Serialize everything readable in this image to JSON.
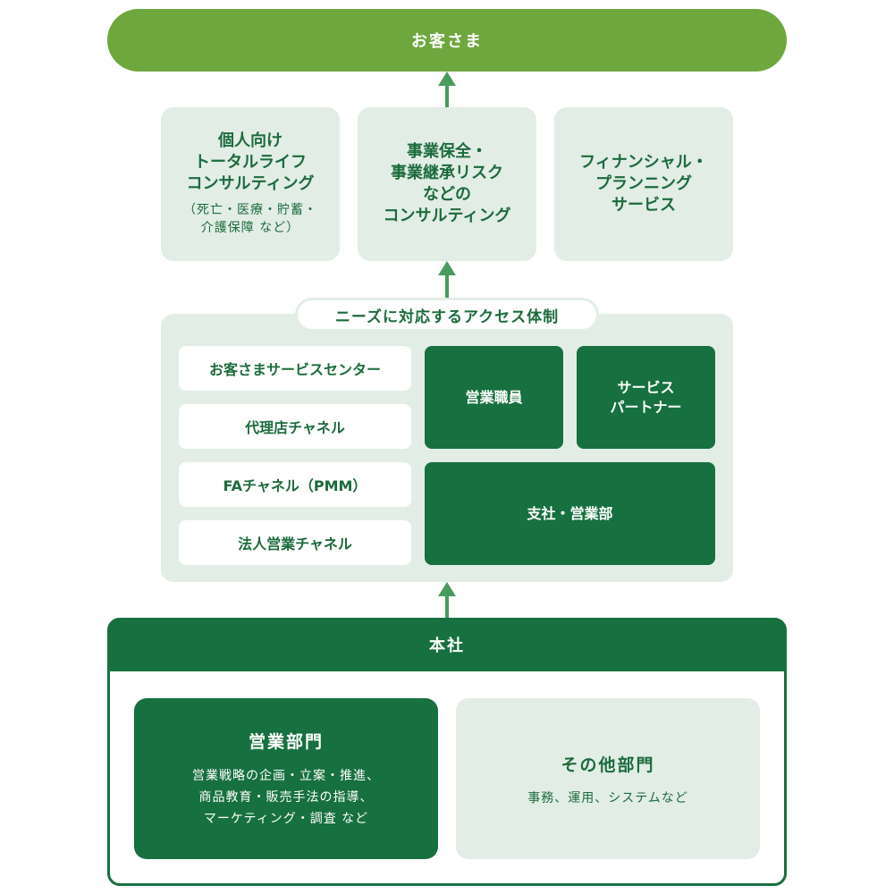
{
  "customers": {
    "label": "お客さま"
  },
  "services": [
    {
      "lines": [
        "個人向け",
        "トータルライフ",
        "コンサルティング"
      ],
      "sub_lines": [
        "（死亡・医療・貯蓄・",
        "介護保障 など）"
      ]
    },
    {
      "lines": [
        "事業保全・",
        "事業継承リスク",
        "などの",
        "コンサルティング"
      ]
    },
    {
      "lines": [
        "フィナンシャル・",
        "プランニング",
        "サービス"
      ]
    }
  ],
  "access": {
    "label": "ニーズに対応するアクセス体制",
    "channels": [
      "お客さまサービスセンター",
      "代理店チャネル",
      "FAチャネル（PMM）",
      "法人営業チャネル"
    ],
    "sales_staff": "営業職員",
    "service_partner": [
      "サービス",
      "パートナー"
    ],
    "branch": "支社・営業部"
  },
  "hq": {
    "title": "本社",
    "sales_dept": {
      "title": "営業部門",
      "lines": [
        "営業戦略の企画・立案・推進、",
        "商品教育・販売手法の指導、",
        "マーケティング・調査 など"
      ]
    },
    "other_dept": {
      "title": "その他部門",
      "desc": "事務、運用、システムなど"
    }
  },
  "colors": {
    "light_green": "#6fa73f",
    "dark_green": "#17703f",
    "pale_green": "#e2ede6",
    "arrow": "#4a9a5e"
  }
}
